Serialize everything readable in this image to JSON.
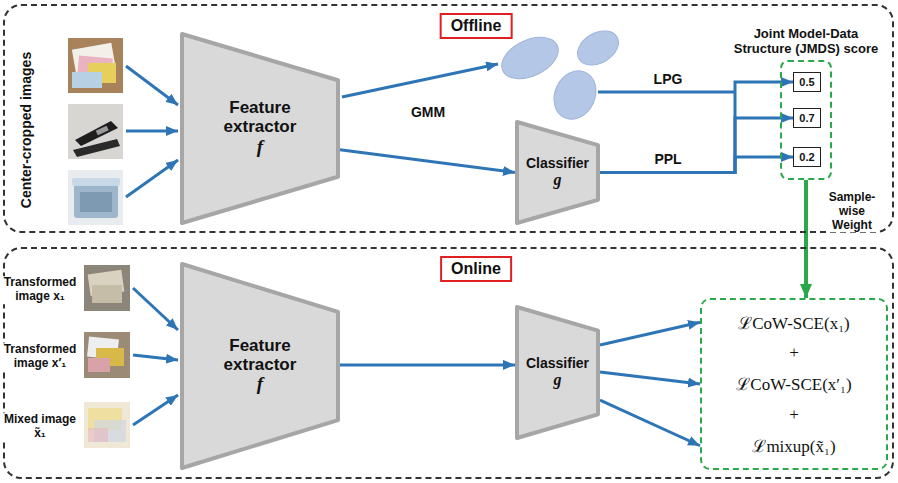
{
  "diagram": {
    "nodes": [
      {
        "text": [
          "Offline"
        ]
      },
      {
        "text": [
          "Feature extractor",
          "f"
        ],
        "in": 0
      },
      {
        "text": [
          "Classifier",
          "g"
        ],
        "in": 0
      },
      {
        "text": [
          "Joint Model-Data Structure (JMDS) score"
        ],
        "in": 0
      },
      {
        "text": [
          "0.5"
        ],
        "in": 3
      },
      {
        "text": [
          "0.7"
        ],
        "in": 3
      },
      {
        "text": [
          "0.2"
        ],
        "in": 3
      },
      {
        "text": [
          "Online"
        ]
      },
      {
        "text": [
          "Feature extractor",
          "f"
        ],
        "in": 7
      },
      {
        "text": [
          "Classifier",
          "g"
        ],
        "in": 7
      },
      {
        "text": [
          "ℒCoW-SCE(x₁)",
          "+",
          "ℒCoW-SCE(x′₁)",
          "+",
          "ℒmixup(x̃₁)"
        ],
        "in": 7
      }
    ],
    "edges": [
      {
        "from": 1,
        "to": 2,
        "arrow": "to"
      },
      {
        "from": 2,
        "to": 4,
        "arrow": "to"
      },
      {
        "from": 2,
        "to": 5,
        "arrow": "to",
        "label": "PPL"
      },
      {
        "from": 2,
        "to": 6,
        "arrow": "to"
      },
      {
        "from": 3,
        "to": 10,
        "arrow": "to",
        "label": "Sample-wise Weight"
      },
      {
        "from": 8,
        "to": 9,
        "arrow": "to"
      },
      {
        "from": 9,
        "to": 10,
        "arrow": "to"
      },
      {
        "from": 9,
        "to": 10,
        "arrow": "to"
      },
      {
        "from": 9,
        "to": 10,
        "arrow": "to"
      }
    ],
    "labels": [
      "Center-cropped images",
      "GMM",
      "LPG",
      "Transformed image x₁",
      "Transformed image x′₁",
      "Mixed image x̃₁"
    ]
  }
}
